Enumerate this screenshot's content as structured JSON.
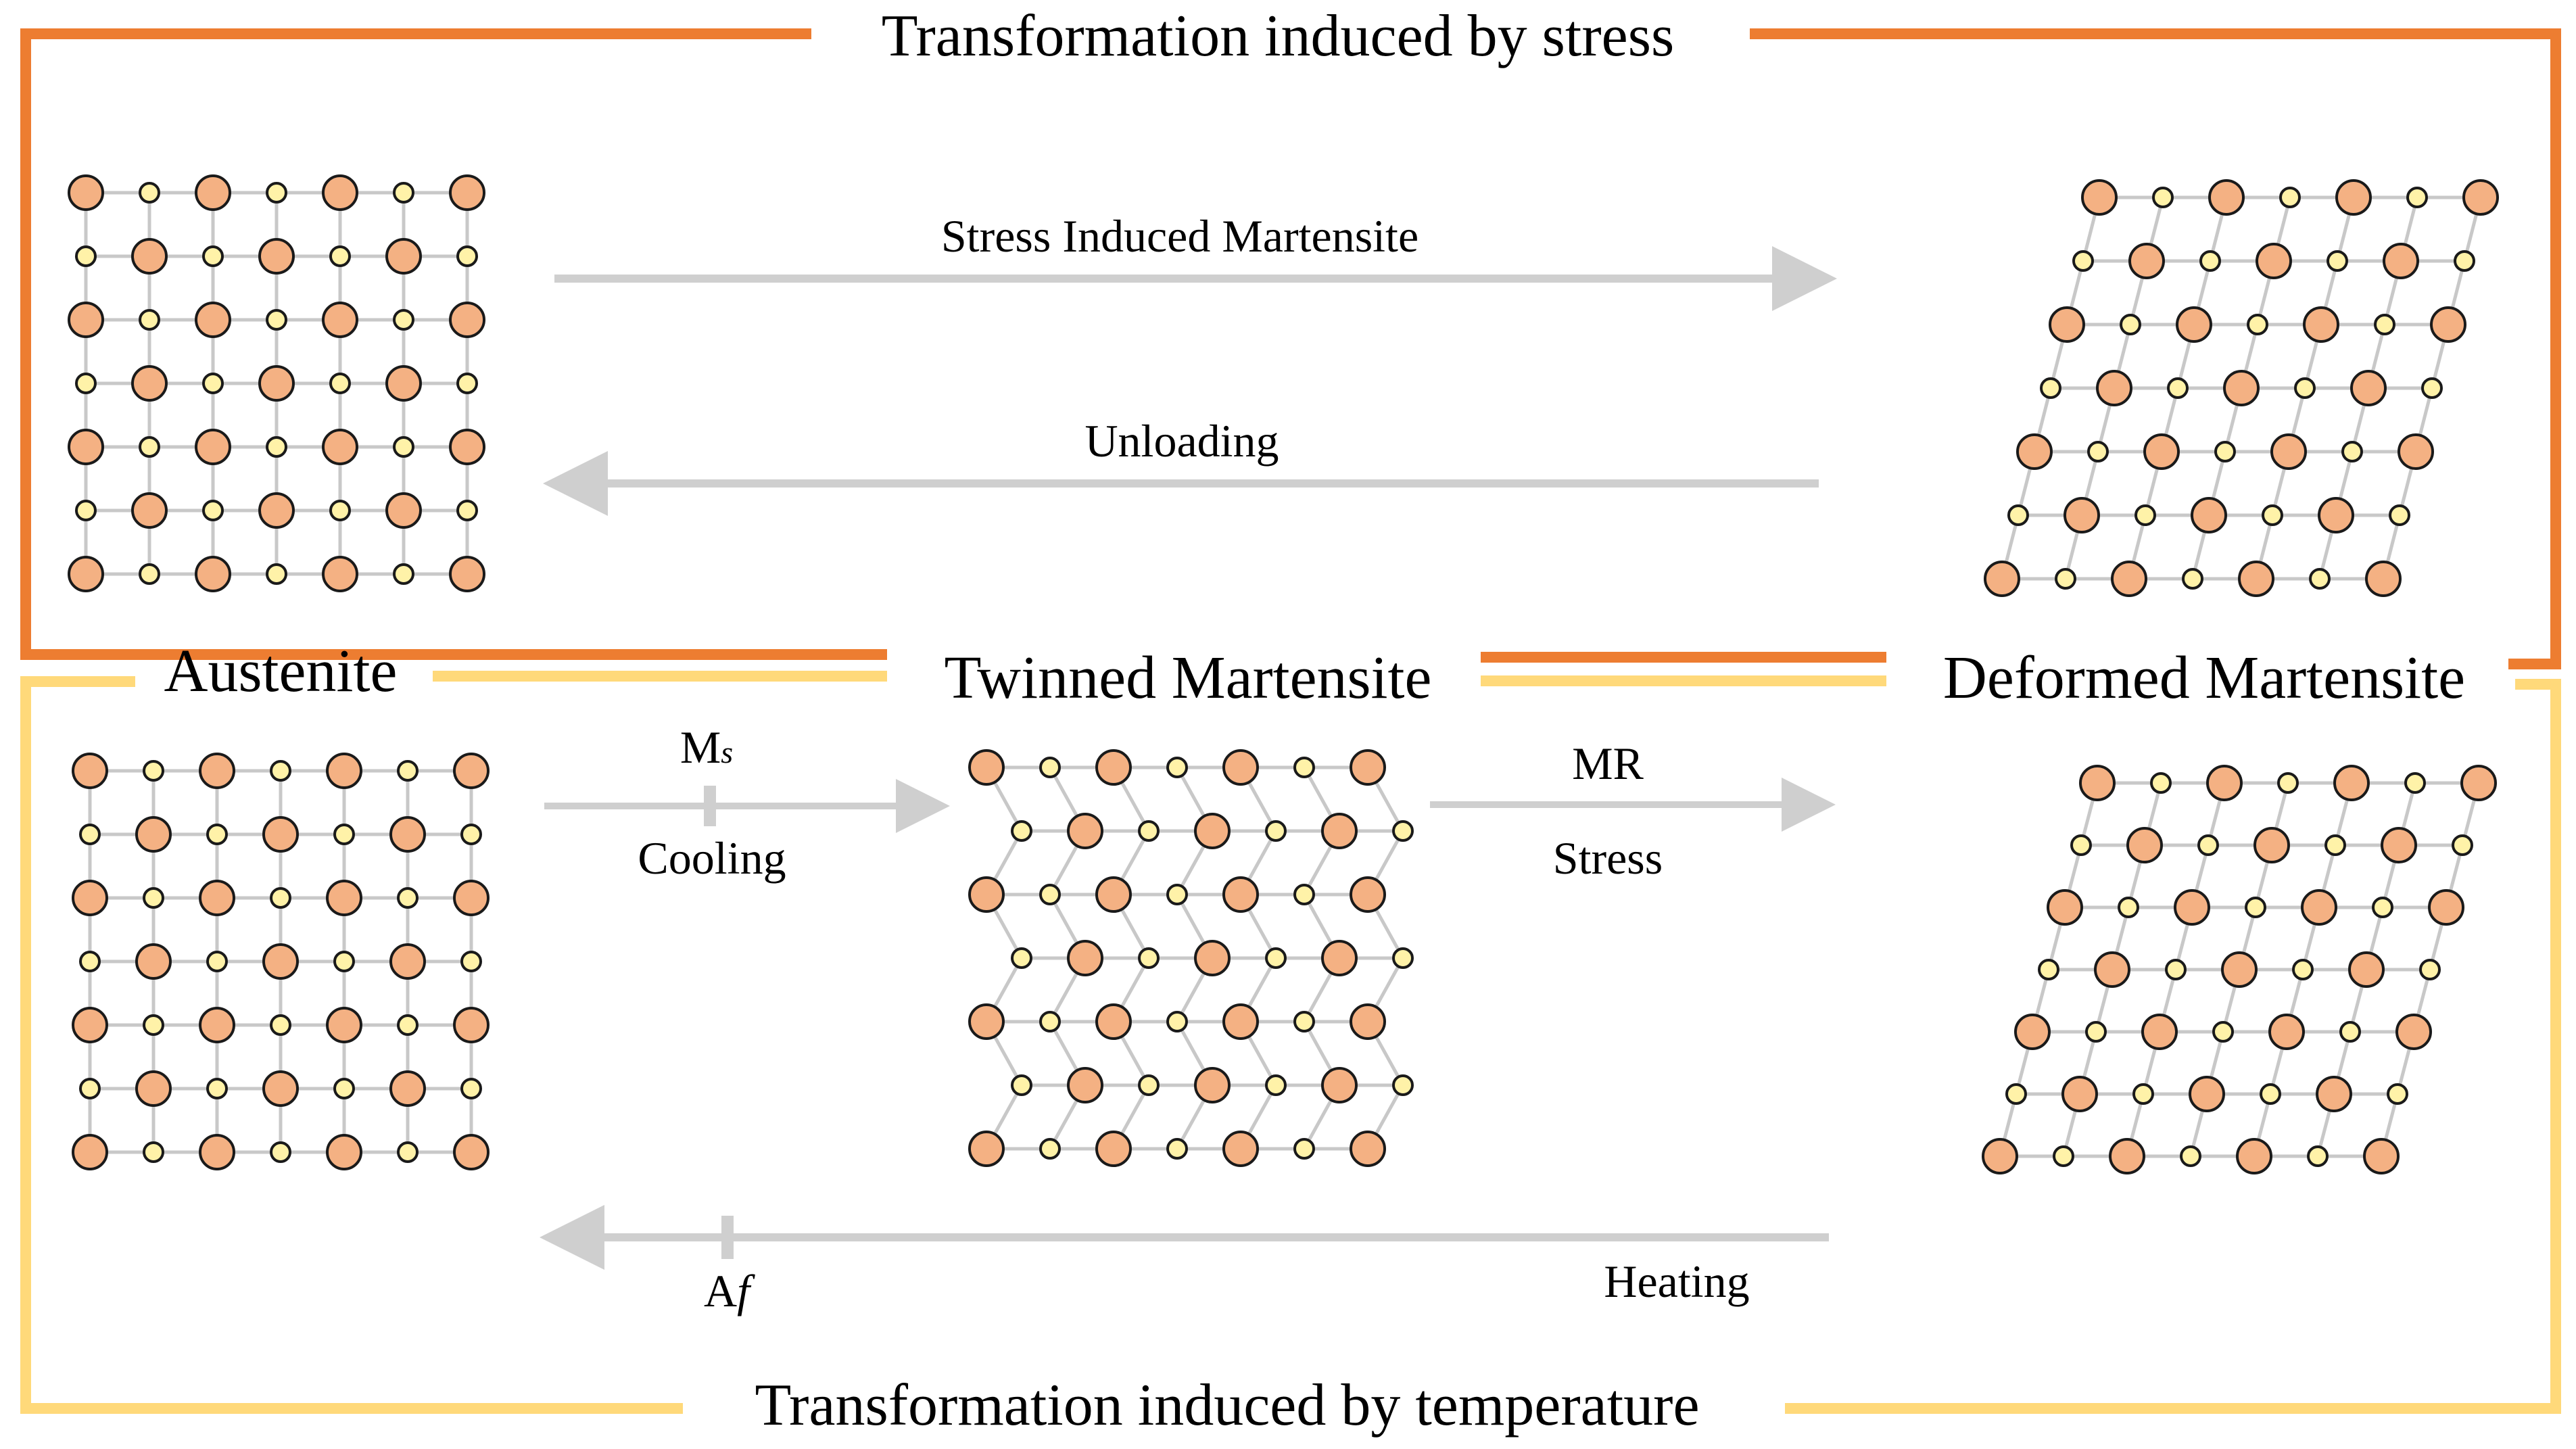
{
  "titles": {
    "top": "Transformation induced by stress",
    "bottom": "Transformation induced by temperature"
  },
  "phases": {
    "austenite": "Austenite",
    "twinned": "Twinned Martensite",
    "deformed": "Deformed Martensite"
  },
  "arrows": {
    "stress_induced": "Stress Induced Martensite",
    "unloading": "Unloading",
    "cooling_temp_main": "M",
    "cooling_temp_sub": "s",
    "cooling": "Cooling",
    "mr": "MR",
    "stress": "Stress",
    "heating_temp_main": "A",
    "heating_temp_sub": "f",
    "heating": "Heating"
  },
  "colors": {
    "stress_frame": "#ED7D31",
    "temperature_frame": "#FFD97A",
    "arrow": "#cfcfcf",
    "large_atom": "#F4B183",
    "small_atom": "#FFF2A8",
    "bond": "#c8c8c8"
  }
}
